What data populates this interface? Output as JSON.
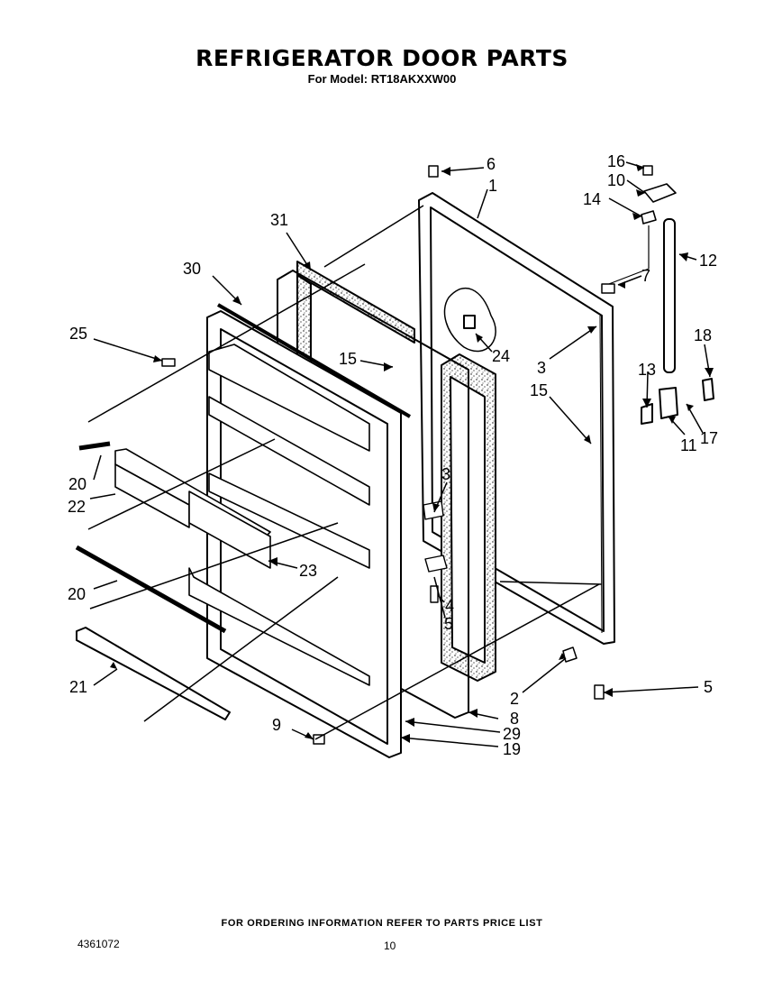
{
  "header": {
    "title": "REFRIGERATOR DOOR PARTS",
    "subtitle": "For Model: RT18AKXXW00"
  },
  "footer": {
    "note": "FOR ORDERING INFORMATION REFER TO PARTS PRICE LIST",
    "doc_number": "4361072",
    "page_number": "10"
  },
  "callouts": {
    "c6": "6",
    "c1": "1",
    "c31": "31",
    "c30": "30",
    "c25": "25",
    "c15a": "15",
    "c24": "24",
    "c3a": "3",
    "c15b": "15",
    "c3b": "3",
    "c4": "4",
    "c5a": "5",
    "c20a": "20",
    "c22": "22",
    "c23": "23",
    "c20b": "20",
    "c21": "21",
    "c9": "9",
    "c29": "29",
    "c19": "19",
    "c8": "8",
    "c2": "2",
    "c5b": "5",
    "c16": "16",
    "c10": "10",
    "c14": "14",
    "c12": "12",
    "c7": "7",
    "c18": "18",
    "c13": "13",
    "c11": "11",
    "c17": "17"
  }
}
